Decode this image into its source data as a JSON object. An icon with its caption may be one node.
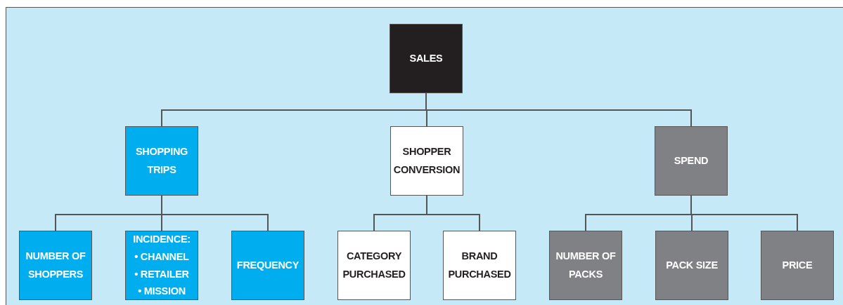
{
  "diagram": {
    "nodes": [
      {
        "text": [
          "SALES"
        ]
      },
      {
        "text": [
          "SHOPPING TRIPS"
        ]
      },
      {
        "text": [
          "SHOPPER CONVERSION"
        ]
      },
      {
        "text": [
          "SPEND"
        ]
      },
      {
        "text": [
          "NUMBER OF SHOPPERS"
        ]
      },
      {
        "text": [
          "INCIDENCE:",
          "• CHANNEL",
          "• RETAILER",
          "• MISSION"
        ]
      },
      {
        "text": [
          "FREQUENCY"
        ]
      },
      {
        "text": [
          "CATEGORY PURCHASED"
        ]
      },
      {
        "text": [
          "BRAND PURCHASED"
        ]
      },
      {
        "text": [
          "NUMBER OF PACKS"
        ]
      },
      {
        "text": [
          "PACK SIZE"
        ]
      },
      {
        "text": [
          "PRICE"
        ]
      }
    ],
    "edges": [
      {
        "from": 0,
        "to": 1,
        "arrow": "none"
      },
      {
        "from": 0,
        "to": 2,
        "arrow": "none"
      },
      {
        "from": 0,
        "to": 3,
        "arrow": "none"
      },
      {
        "from": 1,
        "to": 4,
        "arrow": "none"
      },
      {
        "from": 1,
        "to": 5,
        "arrow": "none"
      },
      {
        "from": 1,
        "to": 6,
        "arrow": "none"
      },
      {
        "from": 2,
        "to": 7,
        "arrow": "none"
      },
      {
        "from": 2,
        "to": 8,
        "arrow": "none"
      },
      {
        "from": 3,
        "to": 9,
        "arrow": "none"
      },
      {
        "from": 3,
        "to": 10,
        "arrow": "none"
      },
      {
        "from": 3,
        "to": 11,
        "arrow": "none"
      }
    ]
  }
}
